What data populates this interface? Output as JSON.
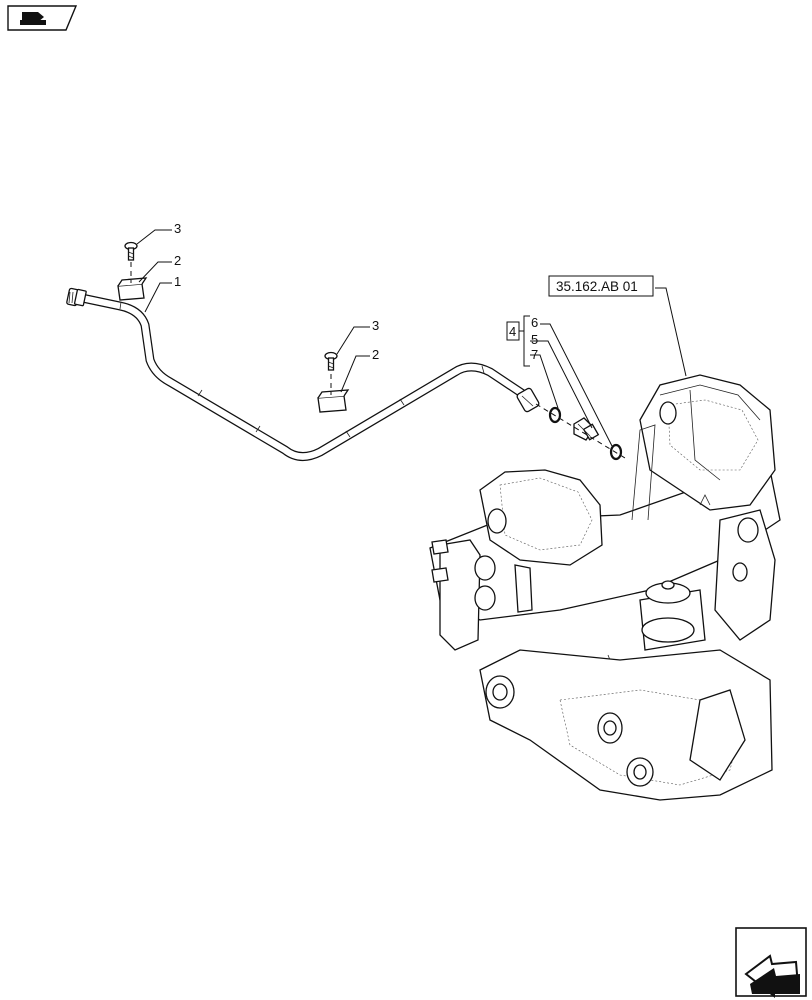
{
  "callouts": {
    "part_1": "1",
    "part_2_upper": "2",
    "part_2_lower": "2",
    "part_3_upper": "3",
    "part_3_lower": "3",
    "part_4_group": "4",
    "part_5": "5",
    "part_6": "6",
    "part_7": "7"
  },
  "reference": {
    "label": "35.162.AB 01"
  },
  "icons": {
    "top_left": "book-arrow-icon",
    "bottom_right": "next-page-arrow-icon"
  }
}
